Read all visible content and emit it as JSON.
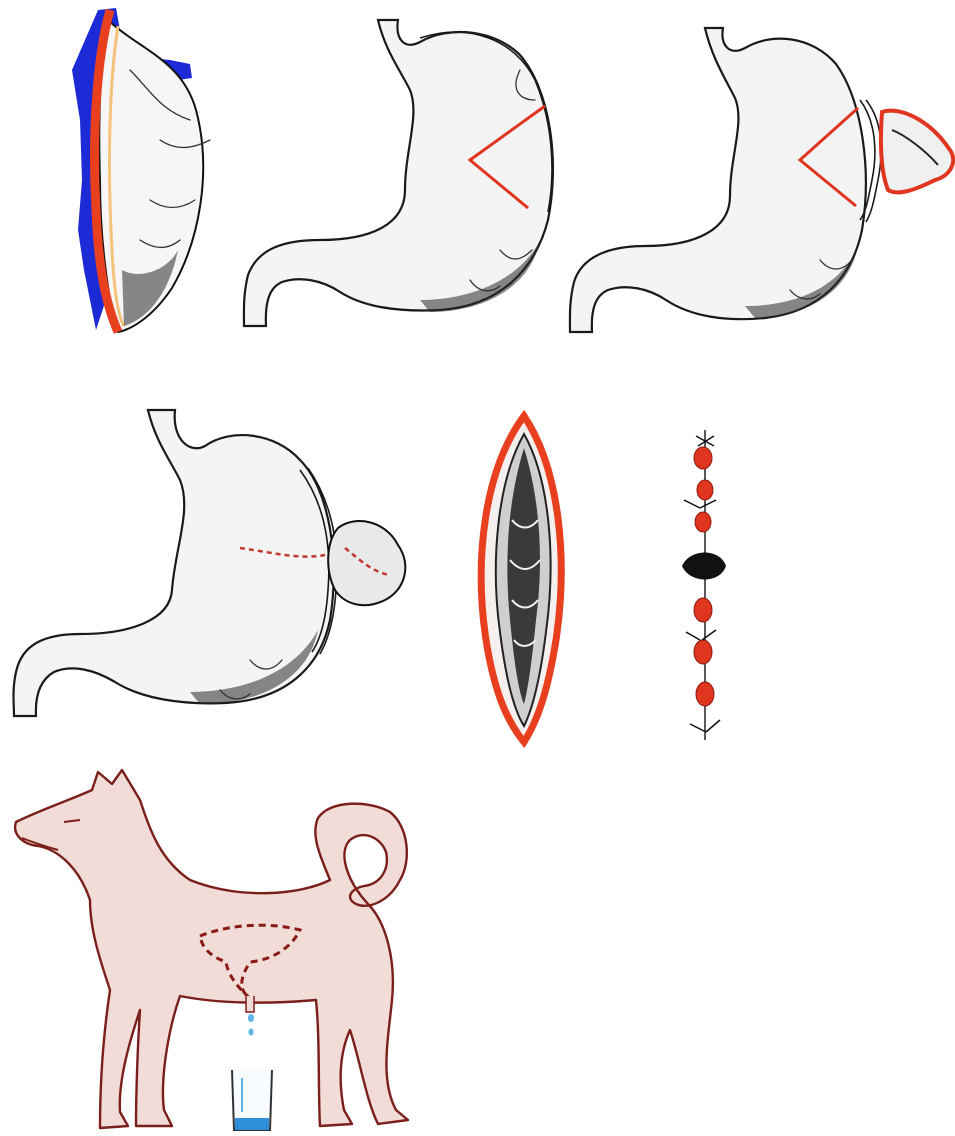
{
  "figure": {
    "panels": [
      {
        "id": "mucosal-pouch-flap"
      },
      {
        "id": "stomach-triangular-incision"
      },
      {
        "id": "stomach-triangle-reflected"
      },
      {
        "id": "stomach-sutured-pouch"
      },
      {
        "id": "pouch-wound-opened"
      },
      {
        "id": "suture-line"
      },
      {
        "id": "dog-with-fistula"
      }
    ],
    "colors": {
      "tissue_red": "#e0351f",
      "vessel_blue": "#1d2bd6",
      "dog_skin": "#f1dcd8",
      "dog_outline": "#7a1f1a",
      "secretion_blue": "#5fb4e6"
    }
  }
}
